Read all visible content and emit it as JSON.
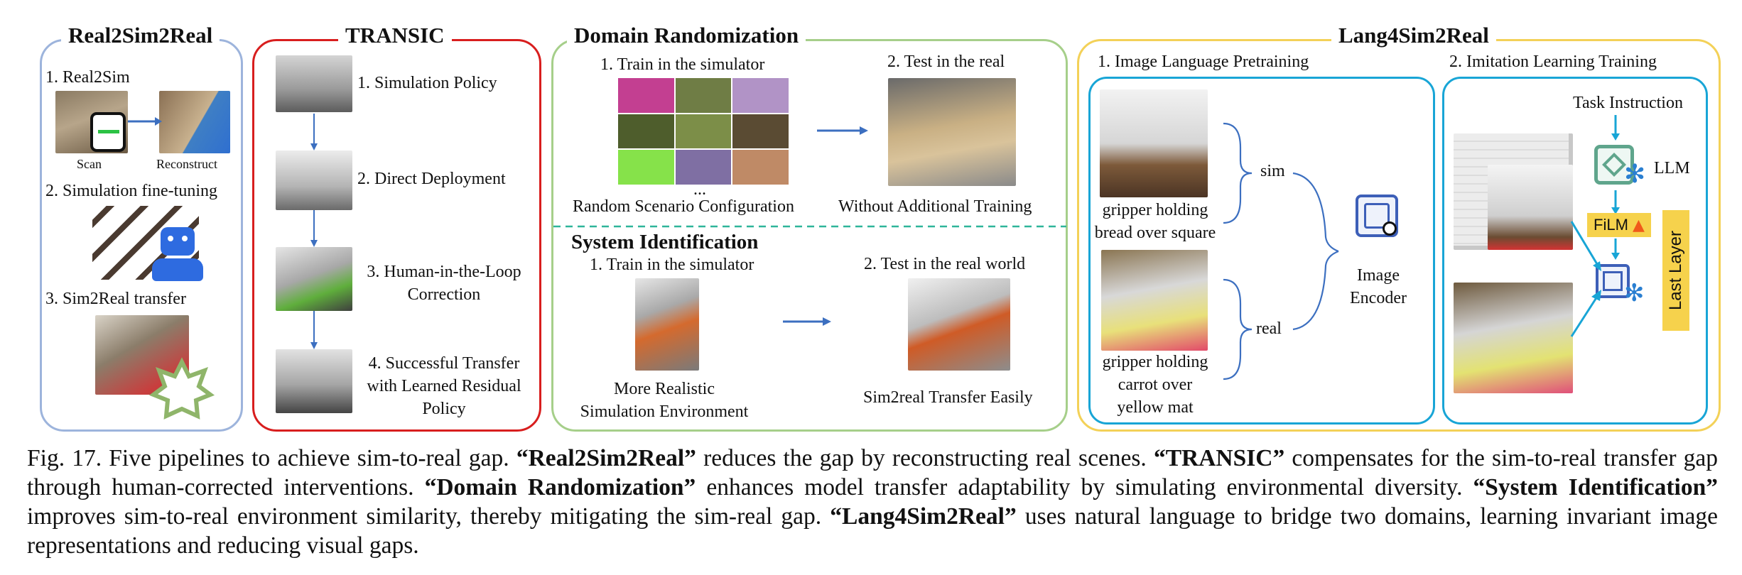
{
  "real2sim2real": {
    "title": "Real2Sim2Real",
    "step1": "1. Real2Sim",
    "scan": "Scan",
    "reconstruct": "Reconstruct",
    "step2": "2. Simulation fine-tuning",
    "step3": "3. Sim2Real transfer"
  },
  "transic": {
    "title": "TRANSIC",
    "step1": "1. Simulation Policy",
    "step2": "2. Direct Deployment",
    "step3a": "3. Human-in-the-Loop",
    "step3b": "Correction",
    "step4a": "4. Successful Transfer",
    "step4b": "with Learned Residual",
    "step4c": "Policy"
  },
  "domain_randomization": {
    "title": "Domain Randomization",
    "train": "1. Train in the simulator",
    "test": "2. Test in the real",
    "ellipsis": "...",
    "random_caption": "Random Scenario Configuration",
    "without_caption": "Without Additional Training"
  },
  "system_identification": {
    "title": "System Identification",
    "train": "1. Train in the simulator",
    "test": "2. Test in the real world",
    "env_caption_1": "More Realistic",
    "env_caption_2": "Simulation Environment",
    "transfer_caption": "Sim2real Transfer Easily"
  },
  "lang4sim2real": {
    "title": "Lang4Sim2Real",
    "pretrain_title": "1. Image Language Pretraining",
    "imitation_title": "2. Imitation Learning Training",
    "sim_caption_1": "gripper holding",
    "sim_caption_2": "bread over square",
    "real_caption_1": "gripper holding",
    "real_caption_2": "carrot over",
    "real_caption_3": "yellow mat",
    "sim_label": "sim",
    "real_label": "real",
    "encoder_1": "Image",
    "encoder_2": "Encoder",
    "task_instruction": "Task Instruction",
    "llm": "LLM",
    "film": "FiLM",
    "last_layer": "Last Layer"
  },
  "colors": {
    "real2sim2real": "#9db4dc",
    "transic": "#d81e1e",
    "domain_randomization": "#a6cf8a",
    "lang4sim2real": "#f3d158",
    "inner_blue": "#18a5d6",
    "arrow": "#3c6fc0",
    "teal_dashed": "#2fb59a"
  },
  "caption": {
    "prefix": "Fig. 17.  Five pipelines to achieve sim-to-real gap. ",
    "b1": "“Real2Sim2Real”",
    "t1": " reduces the gap by reconstructing real scenes. ",
    "b2": "“TRANSIC”",
    "t2": " compensates for the sim-to-real transfer gap through human-corrected interventions. ",
    "b3": "“Domain Randomization”",
    "t3": " enhances model transfer adaptability by simulating environmental diversity. ",
    "b4": "“System Identification”",
    "t4": " improves sim-to-real environment similarity, thereby mitigating the sim-real gap. ",
    "b5": "“Lang4Sim2Real”",
    "t5": " uses natural language to bridge two domains, learning invariant image representations and reducing visual gaps."
  }
}
